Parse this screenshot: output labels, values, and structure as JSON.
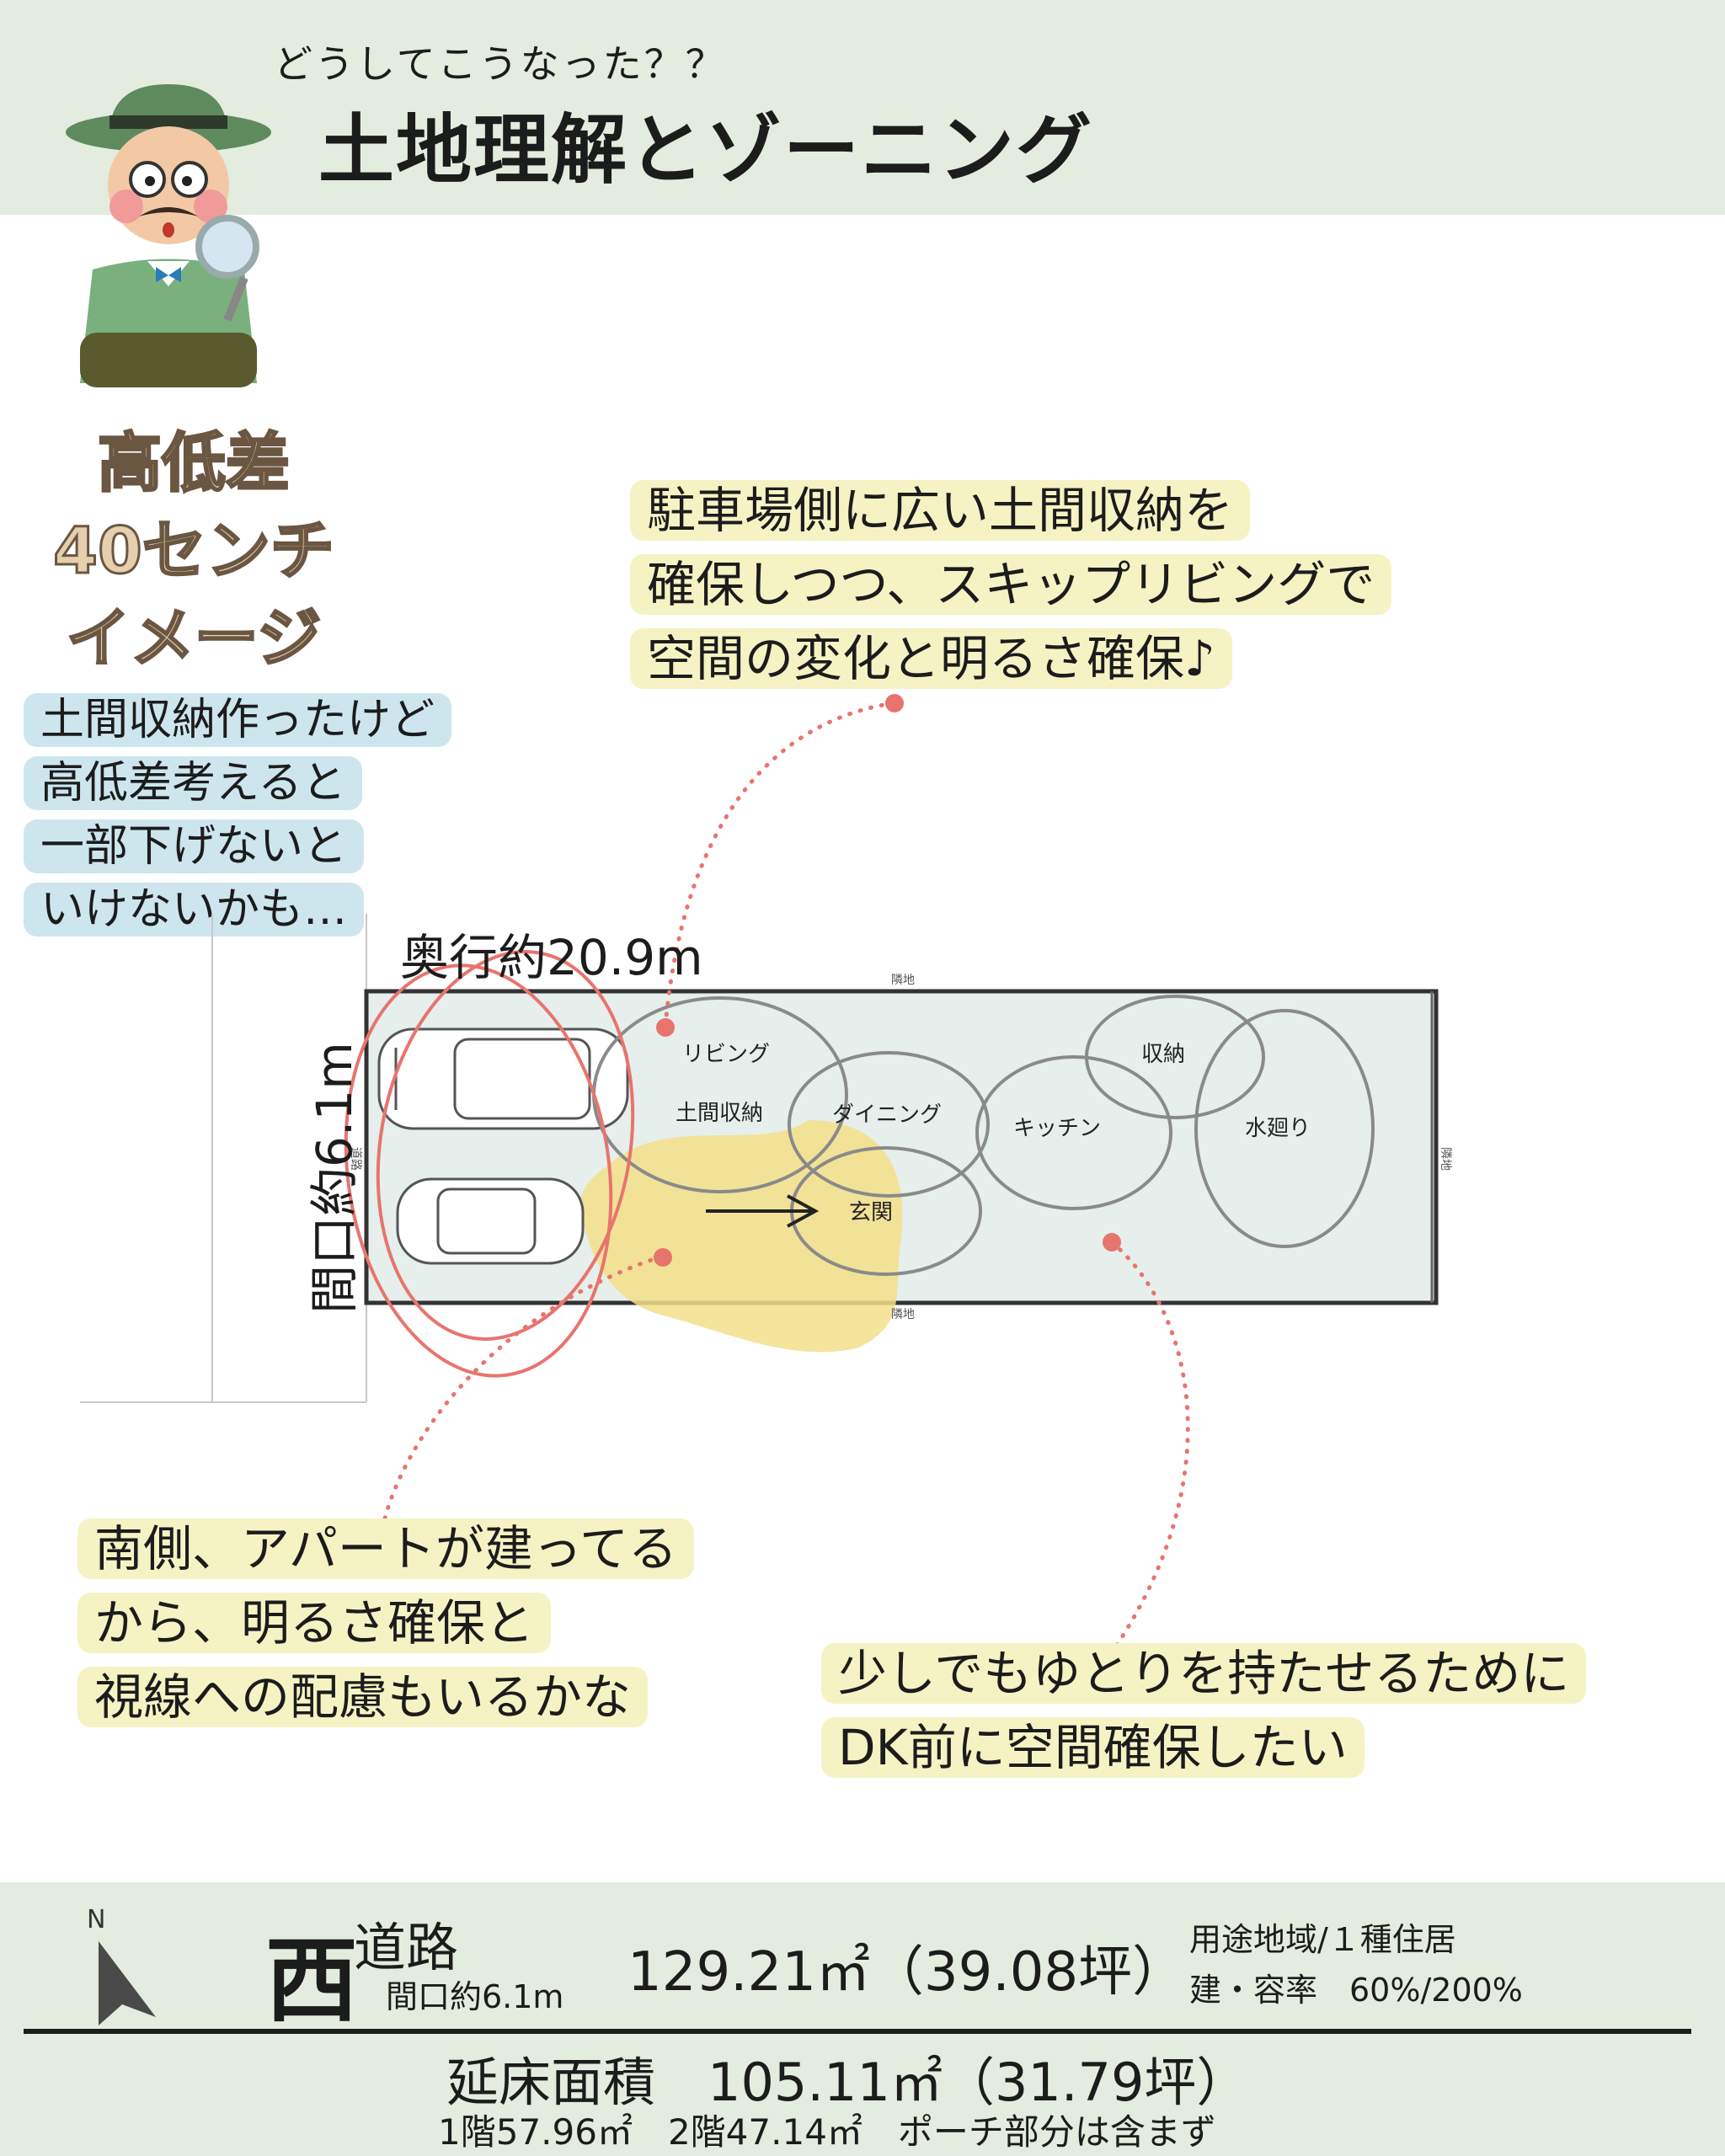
{
  "header": {
    "subtitle": "どうしてこうなった？？",
    "title": "土地理解とゾーニング"
  },
  "character": {
    "icon": "detective-icon"
  },
  "image_label": {
    "line1": "高低差",
    "line2": "40センチ",
    "line3": "イメージ"
  },
  "notes": {
    "left": [
      "土間収納作ったけど",
      "高低差考えると",
      "一部下げないと",
      "いけないかも…"
    ],
    "top": [
      "駐車場側に広い土間収納を",
      "確保しつつ、スキップリビングで",
      "空間の変化と明るさ確保♪"
    ],
    "bottom_left": [
      "南側、アパートが建ってる",
      "から、明るさ確保と",
      "視線への配慮もいるかな"
    ],
    "bottom_right": [
      "少しでもゆとりを持たせるために",
      "DK前に空間確保したい"
    ]
  },
  "plan": {
    "depth_label": "奥行約20.9m",
    "frontage_label": "間口約6.1m",
    "neighbor_top": "隣地",
    "neighbor_bottom": "隣地",
    "neighbor_right": "隣地",
    "road_side": "道路",
    "rooms": {
      "living": "リビング",
      "storage": "土間収納",
      "dining": "ダイニング",
      "entrance": "玄関",
      "kitchen": "キッチン",
      "closet": "収納",
      "wet_area": "水廻り"
    }
  },
  "footer": {
    "compass": "N",
    "road_direction": "西",
    "road_word": "道路",
    "road_frontage": "間口約6.1m",
    "land_area": "129.21㎡（39.08坪）",
    "zoning": "用途地域/１種住居",
    "coverage": "建・容率　60%/200%",
    "floor_area": "延床面積　105.11㎡（31.79坪）",
    "floor_breakdown": "1階57.96㎡　2階47.14㎡　ポーチ部分は含まず"
  },
  "colors": {
    "header_bg": "#e3ecdf",
    "lot_fill": "#e6efeb",
    "highlight_yellow": "#f5f3c4",
    "highlight_blue": "#cde6ee",
    "accent_red": "#e8746e",
    "earth_yellow": "#f3df8a"
  }
}
